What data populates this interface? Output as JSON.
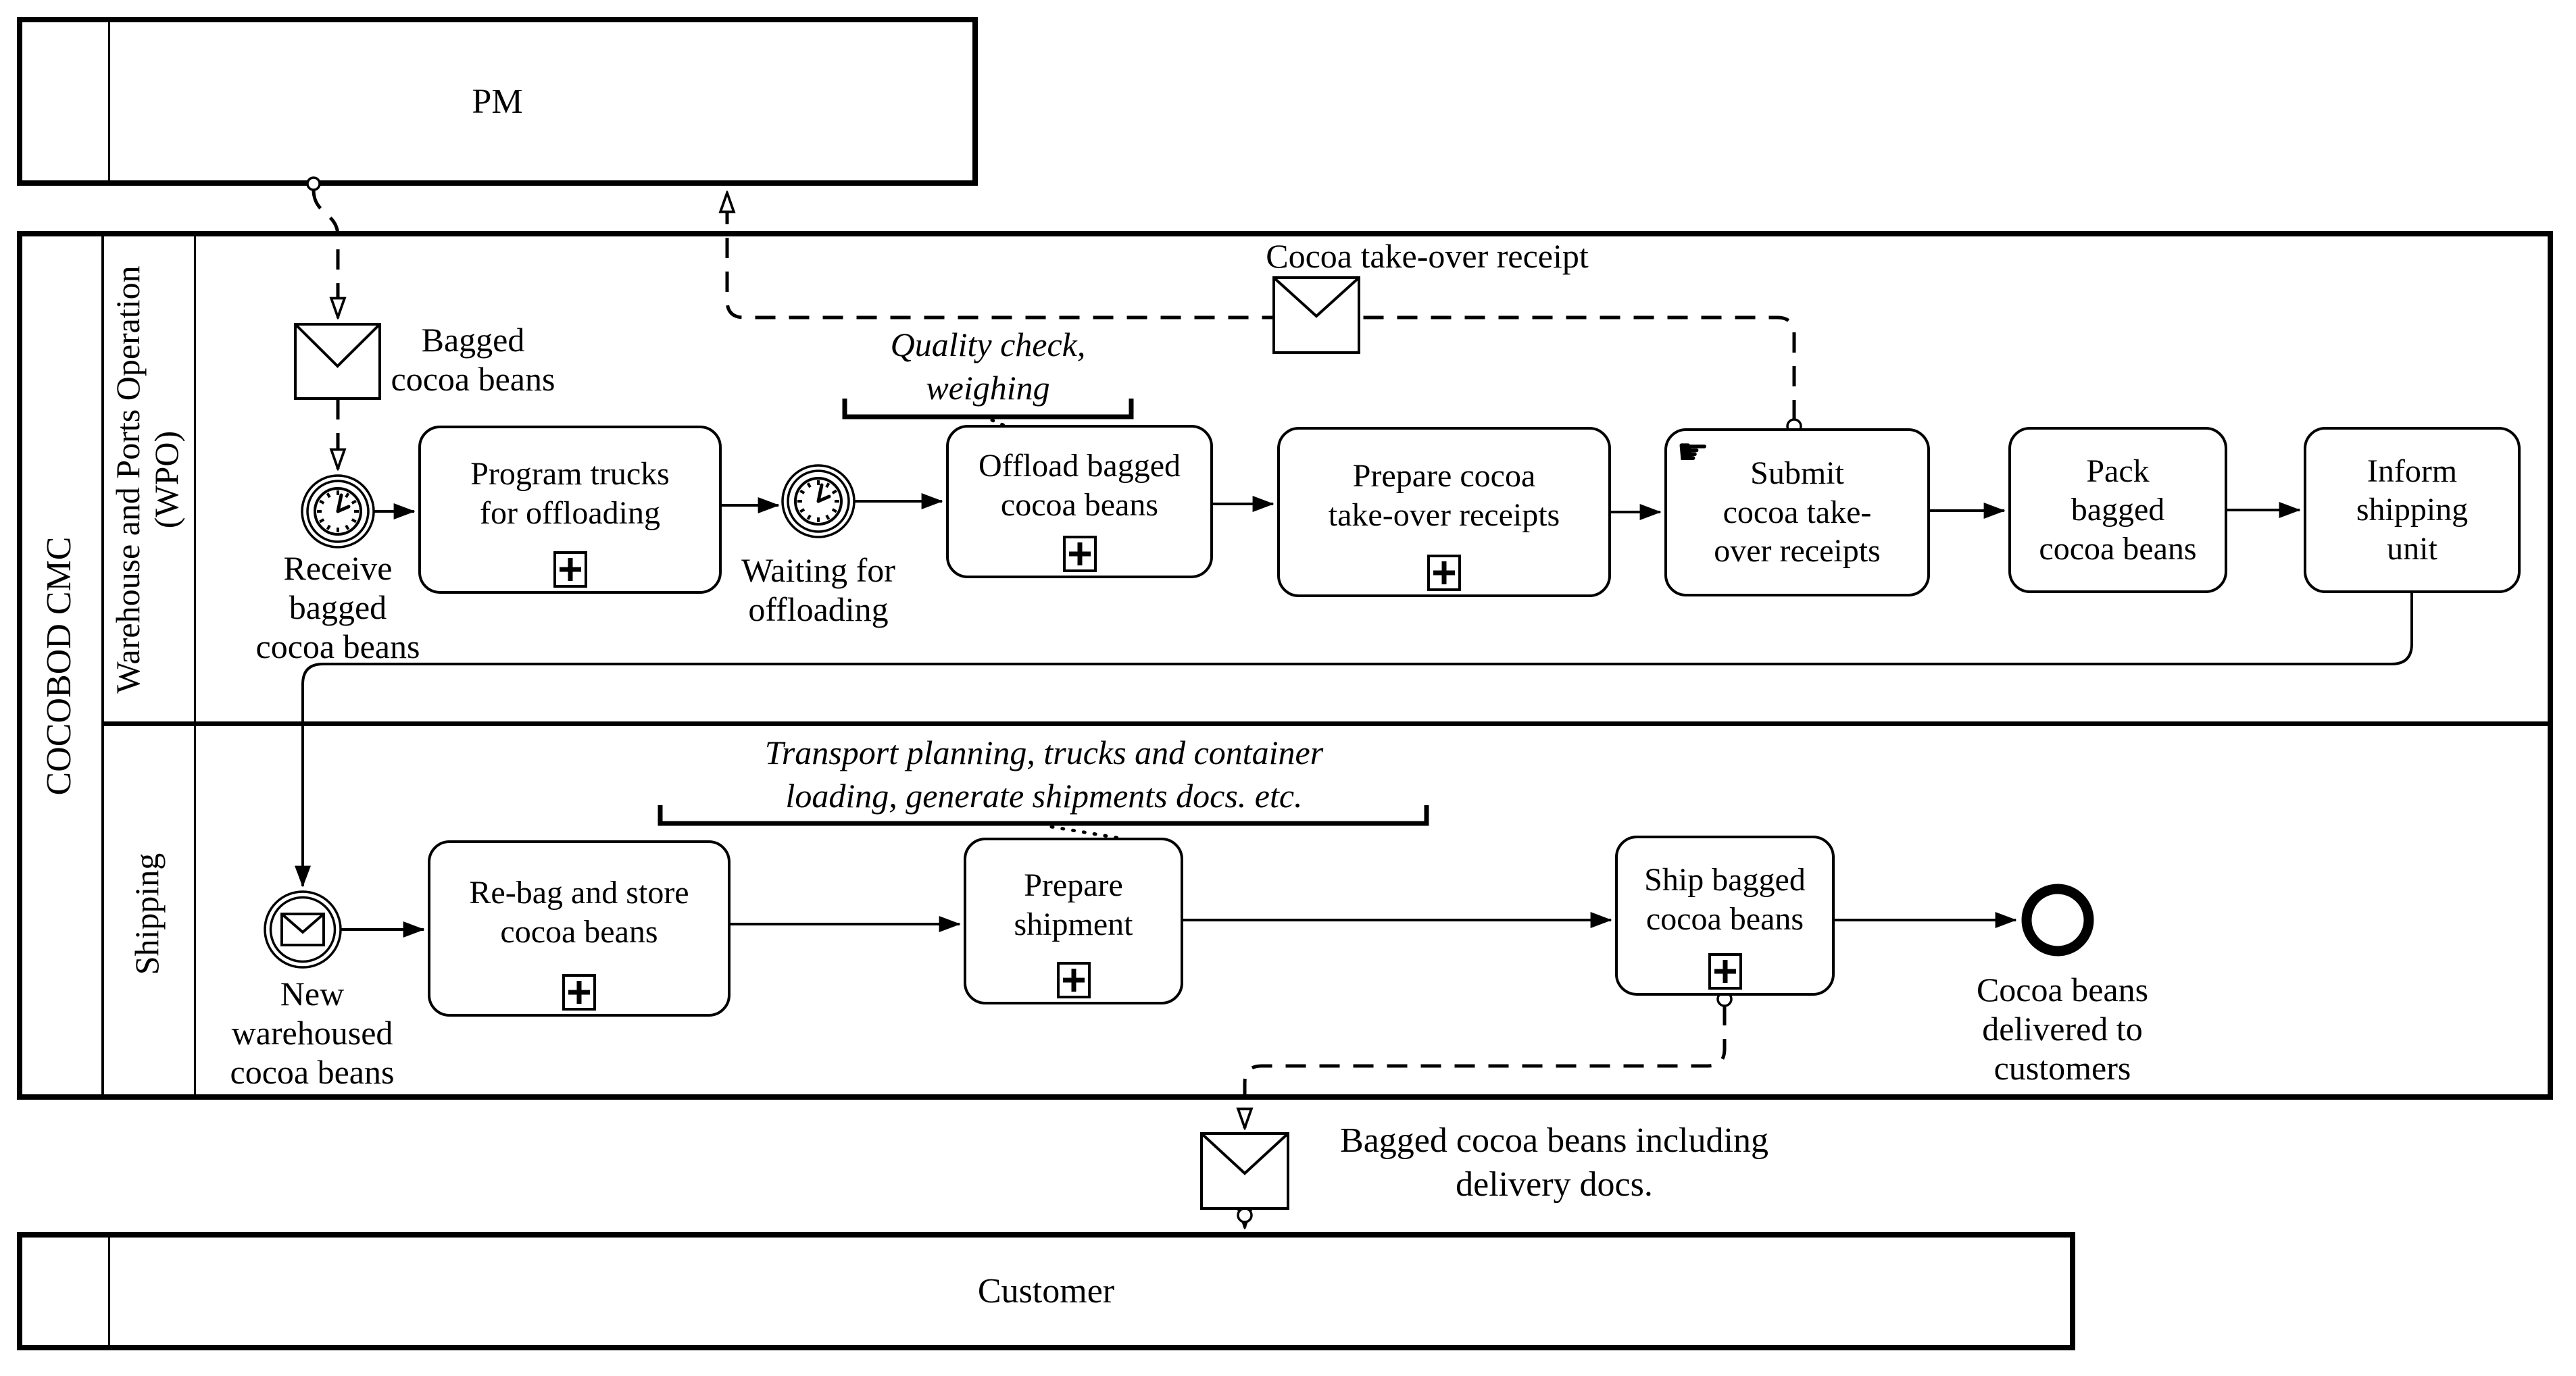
{
  "colors": {
    "ink": "#000000",
    "paper": "#ffffff"
  },
  "pools": {
    "pm": {
      "label": "PM"
    },
    "cocobod": {
      "label": "COCOBOD CMC"
    },
    "lane_wpo": {
      "label": "Warehouse and Ports Operation\n(WPO)"
    },
    "lane_shipping": {
      "label": "Shipping"
    },
    "customer": {
      "label": "Customer"
    }
  },
  "wpo": {
    "event_receive": {
      "label": "Receive\nbagged\ncocoa beans",
      "type": "timer intermediate event"
    },
    "task_program_trucks": {
      "label": "Program trucks\nfor offloading",
      "marker": "subprocess"
    },
    "event_waiting": {
      "label": "Waiting for\noffloading",
      "type": "timer intermediate event"
    },
    "task_offload": {
      "label": "Offload bagged\ncocoa beans",
      "marker": "subprocess"
    },
    "task_prepare_receipts": {
      "label": "Prepare cocoa\ntake-over receipts",
      "marker": "subprocess"
    },
    "task_submit_receipts": {
      "label": "Submit\ncocoa take-\nover receipts",
      "marker": "manual"
    },
    "task_pack": {
      "label": "Pack\nbagged\ncocoa beans"
    },
    "task_inform": {
      "label": "Inform\nshipping\nunit"
    },
    "message_bagged": {
      "label": "Bagged\ncocoa beans"
    },
    "message_receipt": {
      "label": "Cocoa take-over receipt"
    },
    "note_quality": {
      "label": "Quality check,\nweighing"
    }
  },
  "shipping": {
    "event_new_warehoused": {
      "label": "New\nwarehoused\ncocoa beans",
      "type": "message intermediate event"
    },
    "task_rebag": {
      "label": "Re-bag and store\ncocoa beans",
      "marker": "subprocess"
    },
    "task_prepare_shipment": {
      "label": "Prepare\nshipment",
      "marker": "subprocess"
    },
    "task_ship": {
      "label": "Ship bagged\ncocoa beans",
      "marker": "subprocess"
    },
    "event_delivered": {
      "label": "Cocoa beans\ndelivered to\ncustomers",
      "type": "end event"
    },
    "note_transport": {
      "label": "Transport planning, trucks and container\nloading, generate shipments docs. etc."
    },
    "message_delivery": {
      "label": "Bagged cocoa beans including\ndelivery docs."
    }
  },
  "icons": {
    "manual_hand": "☛"
  }
}
